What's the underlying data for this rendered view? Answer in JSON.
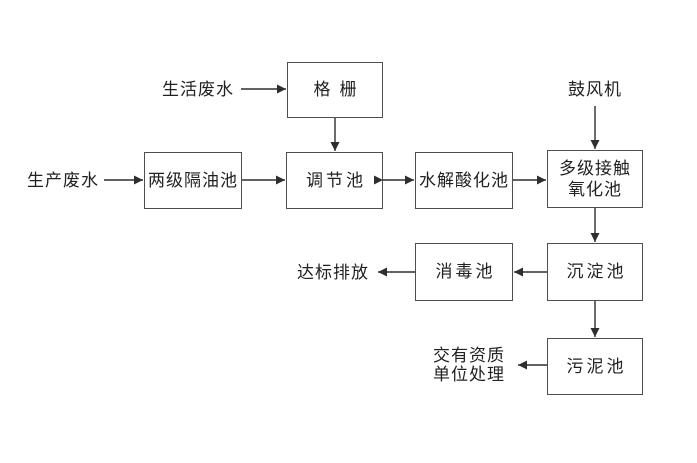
{
  "diagram": {
    "nodes": {
      "gezha": {
        "label": "格栅"
      },
      "geyouchi": {
        "label": "两级隔油池"
      },
      "tiaojiechi": {
        "label": "调节池"
      },
      "shuijiechi": {
        "label": "水解酸化池"
      },
      "duojichi": {
        "label": "多级接触氧化池"
      },
      "chendianchi": {
        "label": "沉淀池"
      },
      "xiaoduchi": {
        "label": "消毒池"
      },
      "wunichi": {
        "label": "污泥池"
      }
    },
    "labels": {
      "shenghuo_feishui": "生活废水",
      "shengchan_feishui": "生产废水",
      "gufengji": "鼓风机",
      "dabiao_paifang": "达标排放",
      "jiaoyou_line1": "交有资质",
      "jiaoyou_line2": "单位处理"
    },
    "edges": [
      {
        "from": "生活废水",
        "to": "格栅"
      },
      {
        "from": "格栅",
        "to": "调节池"
      },
      {
        "from": "生产废水",
        "to": "两级隔油池"
      },
      {
        "from": "两级隔油池",
        "to": "调节池"
      },
      {
        "from": "调节池",
        "to": "水解酸化池"
      },
      {
        "from": "水解酸化池",
        "to": "多级接触氧化池"
      },
      {
        "from": "鼓风机",
        "to": "多级接触氧化池"
      },
      {
        "from": "多级接触氧化池",
        "to": "沉淀池"
      },
      {
        "from": "沉淀池",
        "to": "消毒池"
      },
      {
        "from": "消毒池",
        "to": "达标排放"
      },
      {
        "from": "沉淀池",
        "to": "污泥池"
      },
      {
        "from": "污泥池",
        "to": "交有资质单位处理"
      }
    ],
    "colors": {
      "background": "#ffffff",
      "box_border": "#4f4f4f",
      "arrow": "#2e2e2e",
      "text": "#222222"
    }
  }
}
